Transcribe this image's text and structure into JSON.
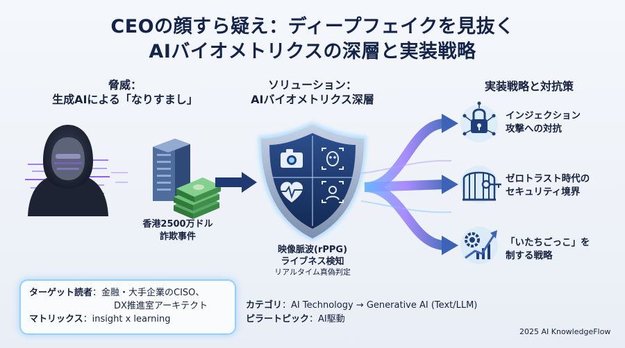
{
  "title": {
    "line1": "CEOの顔すら疑え：ディープフェイクを見抜く",
    "line2": "AIバイオメトリクスの深層と実装戦略"
  },
  "threat": {
    "heading_line1": "脅威：",
    "heading_line2": "生成AIによる「なりすまし」",
    "case_line1": "香港2500万ドル",
    "case_line2": "詐欺事件"
  },
  "solution": {
    "heading_line1": "ソリューション：",
    "heading_line2": "AIバイオメトリクス深層",
    "caption_line1": "映像脈波(rPPG)",
    "caption_line2": "ライブネス検知",
    "caption_line3": "リアルタイム真偽判定"
  },
  "strategy": {
    "heading": "実装戦略と対抗策",
    "items": [
      {
        "line1": "インジェクション",
        "line2": "攻撃への対抗",
        "icon": "padlock-icon"
      },
      {
        "line1": "ゼロトラスト時代の",
        "line2": "セキュリティ境界",
        "icon": "gate-key-icon"
      },
      {
        "line1": "「いたちごっこ」を",
        "line2": "制する戦略",
        "icon": "gear-growth-chart-icon"
      }
    ]
  },
  "target_box": {
    "reader_label": "ターゲット読者",
    "reader_value_line1": "：金融・大手企業のCISO、",
    "reader_value_line2": "DX推進室アーキテクト",
    "matrix_label": "マトリックス",
    "matrix_value": "：insight x learning"
  },
  "meta": {
    "category_label": "カテゴリ",
    "category_value": "：AI Technology → Generative AI (Text/LLM)",
    "pillar_label": "ピラートピック",
    "pillar_value": "：AI駆動"
  },
  "credit": "2025 AI KnowledgeFlow",
  "colors": {
    "navy": "#13234a",
    "shield_blue": "#1f3f7a",
    "glow": "#8fd2ff",
    "purple": "#8b5cf6",
    "money_green": "#3f8f4a"
  }
}
